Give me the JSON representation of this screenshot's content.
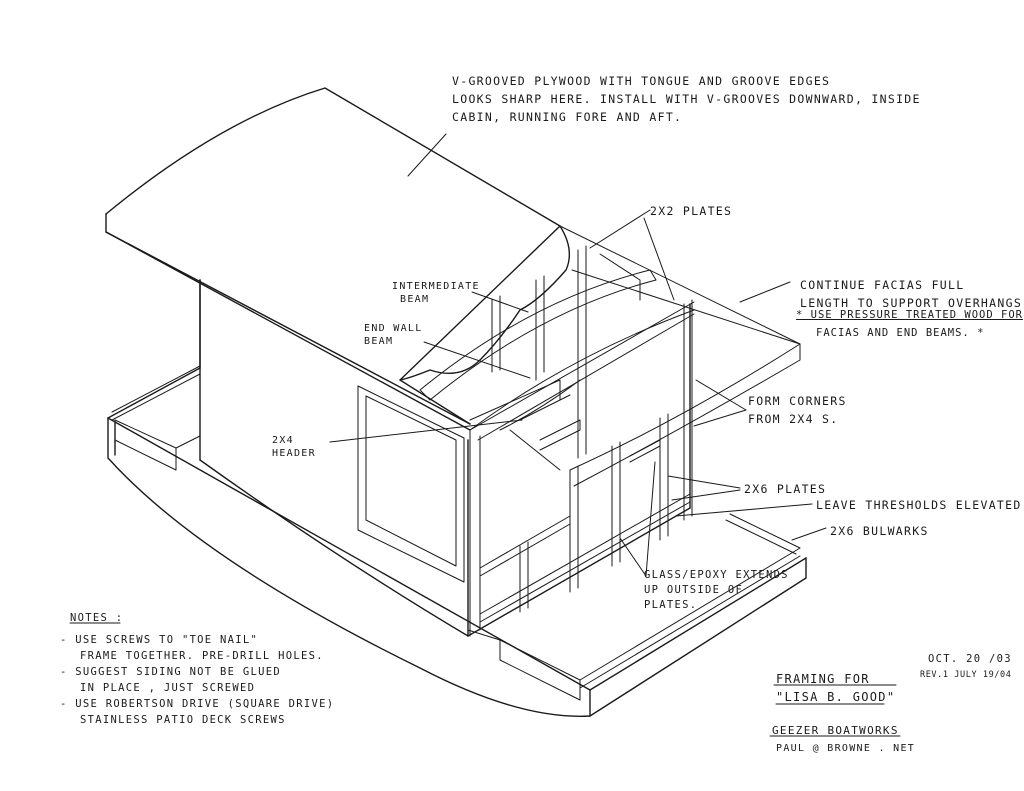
{
  "callouts": {
    "plywood": [
      "V-GROOVED PLYWOOD WITH TONGUE AND GROOVE EDGES",
      "LOOKS SHARP HERE. INSTALL WITH V-GROOVES DOWNWARD, INSIDE",
      "CABIN, RUNNING FORE AND AFT."
    ],
    "plates_2x2": "2x2 PLATES",
    "intermediate_beam": [
      "INTERMEDIATE",
      "BEAM"
    ],
    "end_wall_beam": [
      "END WALL",
      "BEAM"
    ],
    "header_2x4": [
      "2x4",
      "HEADER"
    ],
    "facias": [
      "CONTINUE FACIAS FULL",
      "LENGTH TO SUPPORT OVERHANGS."
    ],
    "pressure_treated": [
      "* USE PRESSURE TREATED WOOD FOR",
      "FACIAS AND END BEAMS. *"
    ],
    "form_corners": [
      "FORM CORNERS",
      "FROM 2x4 s."
    ],
    "plates_2x6": "2x6 PLATES",
    "thresholds": "LEAVE THRESHOLDS ELEVATED.",
    "bulwarks": "2x6 BULWARKS",
    "glass_epoxy": [
      "GLASS/EPOXY EXTENDS",
      "UP OUTSIDE OF",
      "PLATES."
    ]
  },
  "notes": {
    "heading": "NOTES :",
    "items": [
      [
        "- USE SCREWS TO \"TOE NAIL\"",
        "FRAME TOGETHER. PRE-DRILL HOLES."
      ],
      [
        "- SUGGEST SIDING NOT BE GLUED",
        "IN PLACE , JUST SCREWED"
      ],
      [
        "- USE ROBERTSON DRIVE (SQUARE DRIVE)",
        "STAINLESS PATIO DECK SCREWS"
      ]
    ]
  },
  "title_block": {
    "title": [
      "FRAMING FOR",
      "\"LISA B. GOOD\""
    ],
    "date": "OCT. 20 /03",
    "revision": "REV.1 JULY 19/04",
    "company": "GEEZER BOATWORKS",
    "email": "PAUL @ BROWNE . NET"
  }
}
